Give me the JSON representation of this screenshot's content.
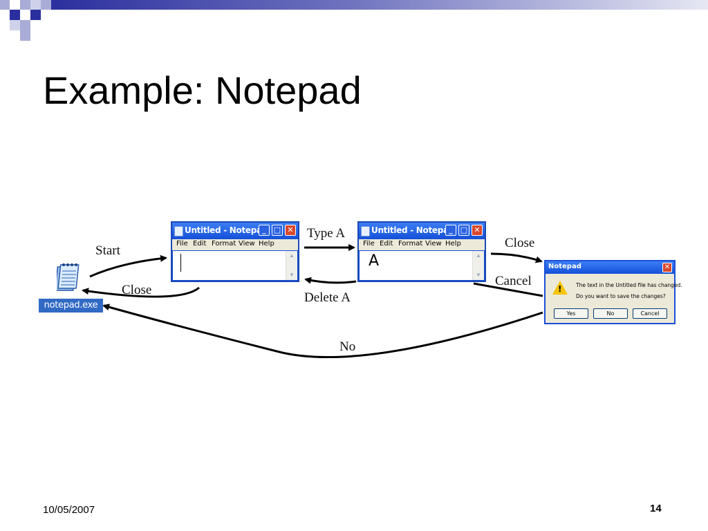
{
  "slide": {
    "title": "Example: Notepad",
    "date": "10/05/2007",
    "page_number": "14"
  },
  "exe": {
    "icon": "notepad-icon",
    "label": "notepad.exe"
  },
  "window_empty": {
    "title": "Untitled - Notepad",
    "menu": [
      "File",
      "Edit",
      "Format",
      "View",
      "Help"
    ],
    "content": ""
  },
  "window_typed": {
    "title": "Untitled - Notepad",
    "menu": [
      "File",
      "Edit",
      "Format",
      "View",
      "Help"
    ],
    "content": "A"
  },
  "dialog": {
    "title": "Notepad",
    "line1": "The text in the Untitled file has changed.",
    "line2": "Do you want to save the changes?",
    "buttons": [
      "Yes",
      "No",
      "Cancel"
    ],
    "icon": "warning-icon"
  },
  "transitions": {
    "start": "Start",
    "close_1": "Close",
    "type_a": "Type A",
    "delete_a": "Delete A",
    "close_2": "Close",
    "cancel": "Cancel",
    "no": "No"
  },
  "colors": {
    "deco_dark": "#2b2f9e",
    "deco_light": "#a9acd6",
    "xp_blue": "#0a4fd6",
    "xp_close": "#d9472b"
  }
}
